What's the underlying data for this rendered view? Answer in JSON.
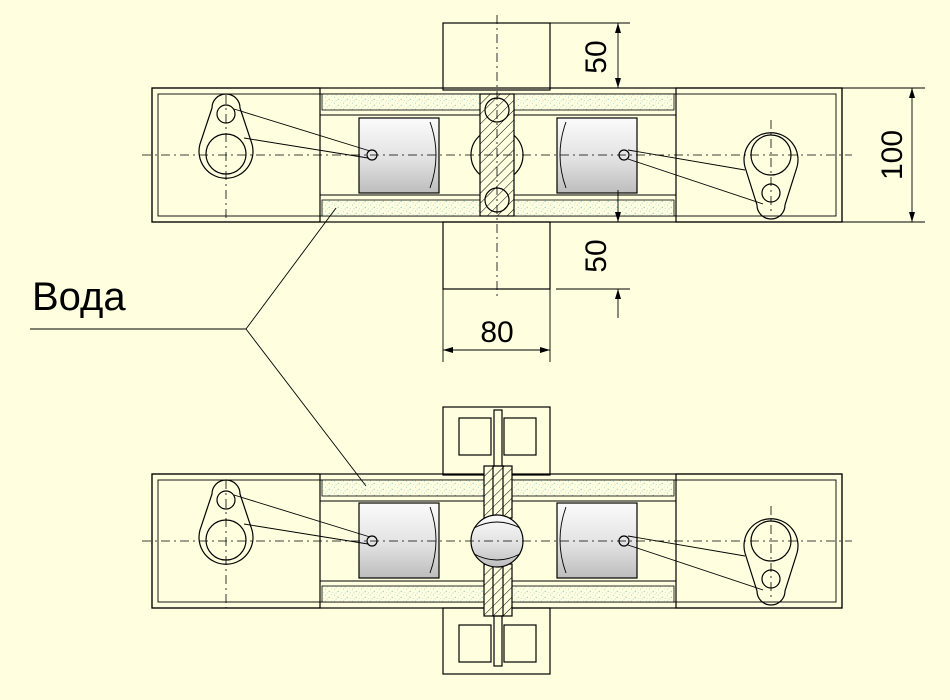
{
  "labels": {
    "water": "Вода"
  },
  "dimensions": {
    "top_gap": "50",
    "bottom_gap": "50",
    "height": "100",
    "width": "80"
  },
  "colors": {
    "background": "#FFFFE0",
    "line": "#000000",
    "water_speckle": "#9ED6DC",
    "roller_light": "#FBFBFB",
    "roller_dark": "#BDBDBD"
  }
}
